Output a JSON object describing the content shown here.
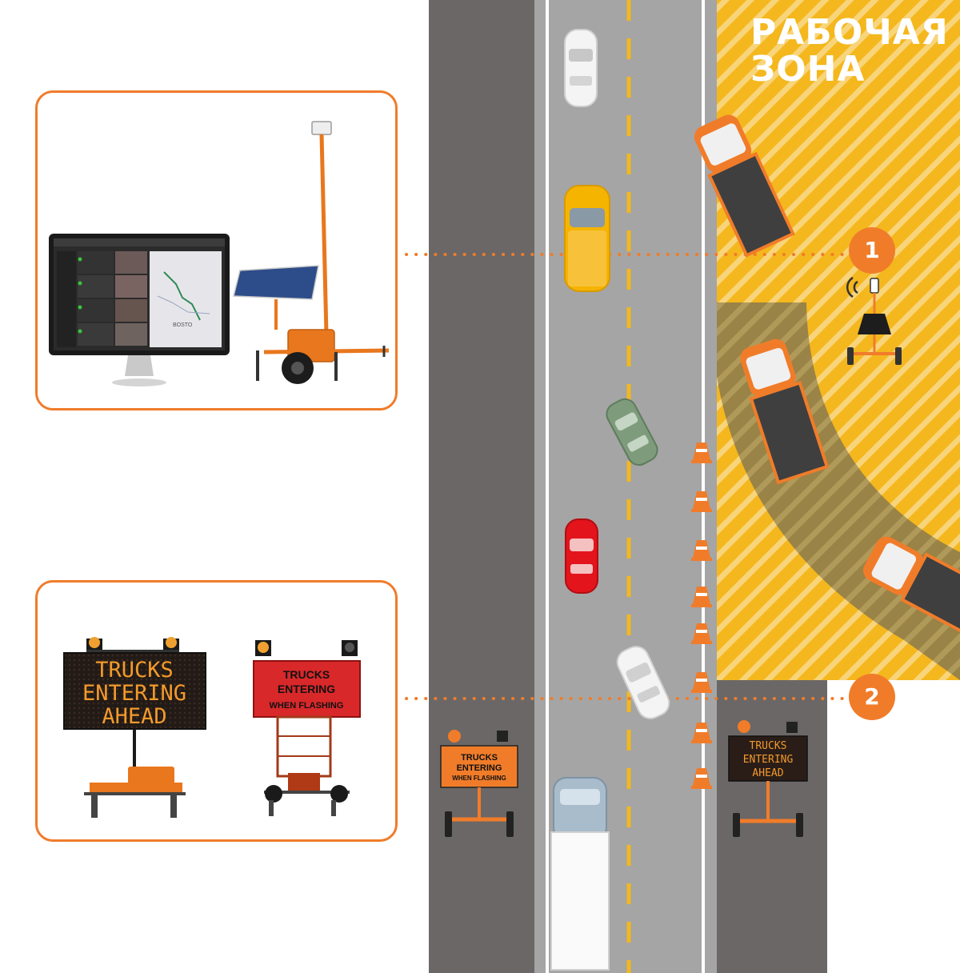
{
  "zone_title": {
    "line1": "РАБОЧАЯ",
    "line2": "ЗОНА"
  },
  "markers": {
    "marker1": "1",
    "marker2": "2"
  },
  "signs": {
    "vms_large": {
      "line1": "TRUCKS",
      "line2": "ENTERING",
      "line3": "AHEAD"
    },
    "static_large": {
      "line1": "TRUCKS",
      "line2": "ENTERING",
      "line3": "WHEN FLASHING"
    },
    "road_static": {
      "line1": "TRUCKS",
      "line2": "ENTERING",
      "line3": "WHEN FLASHING"
    },
    "road_vms": {
      "line1": "TRUCKS",
      "line2": "ENTERING",
      "line3": "AHEAD"
    }
  },
  "monitor": {
    "map_label": "BOSTO"
  },
  "colors": {
    "accent": "#f07c2a",
    "road": "#a5a5a5",
    "shoulder": "#6b6767",
    "work_zone_yellow": "#f4b71d",
    "sign_red": "#d9282a",
    "led_orange": "#f39a2b"
  }
}
